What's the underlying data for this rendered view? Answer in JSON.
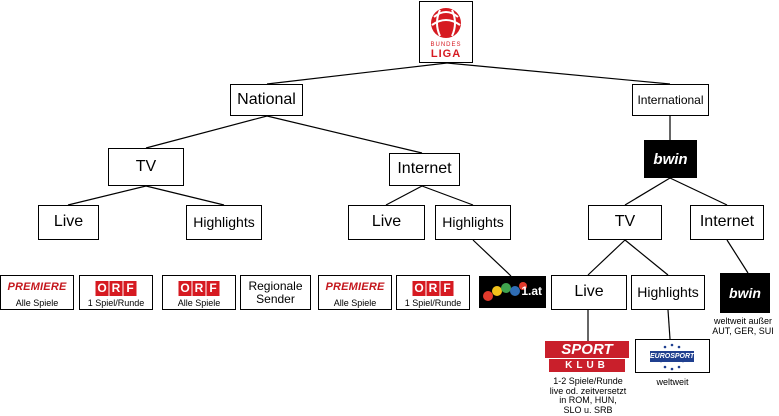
{
  "root": {
    "brand_top": "BUNDES",
    "brand_bottom": "LIGA",
    "logo_icon": "football-icon"
  },
  "nodes": {
    "national": "National",
    "international": "International",
    "tv": "TV",
    "internet": "Internet",
    "live_tv": "Live",
    "highlights_tv": "Highlights",
    "live_net": "Live",
    "highlights_net": "Highlights",
    "intl_tv": "TV",
    "intl_internet": "Internet",
    "intl_live": "Live",
    "intl_highlights": "Highlights",
    "regional_1": "Regionale",
    "regional_2": "Sender"
  },
  "logos": {
    "premiere_text": "PREMIERE",
    "orf_letters": [
      "O",
      "R",
      "F"
    ],
    "bwin_text": "bwin",
    "laola_text": "1.at",
    "sportklub_top": "SPORT",
    "sportklub_bottom": "KLUB",
    "eurosport_text": "EUROSPORT"
  },
  "captions": {
    "premiere_tv": "Alle Spiele",
    "orf_live_tv": "1 Spiel/Runde",
    "orf_highlights": "Alle Spiele",
    "premiere_net": "Alle Spiele",
    "orf_net": "1 Spiel/Runde",
    "sportklub": [
      "1-2 Spiele/Runde",
      "live od. zeitversetzt",
      "in ROM, HUN,",
      "SLO u. SRB"
    ],
    "eurosport": "weltweit",
    "bwin_net": [
      "weltweit außer",
      "AUT, GER, SUI"
    ]
  }
}
